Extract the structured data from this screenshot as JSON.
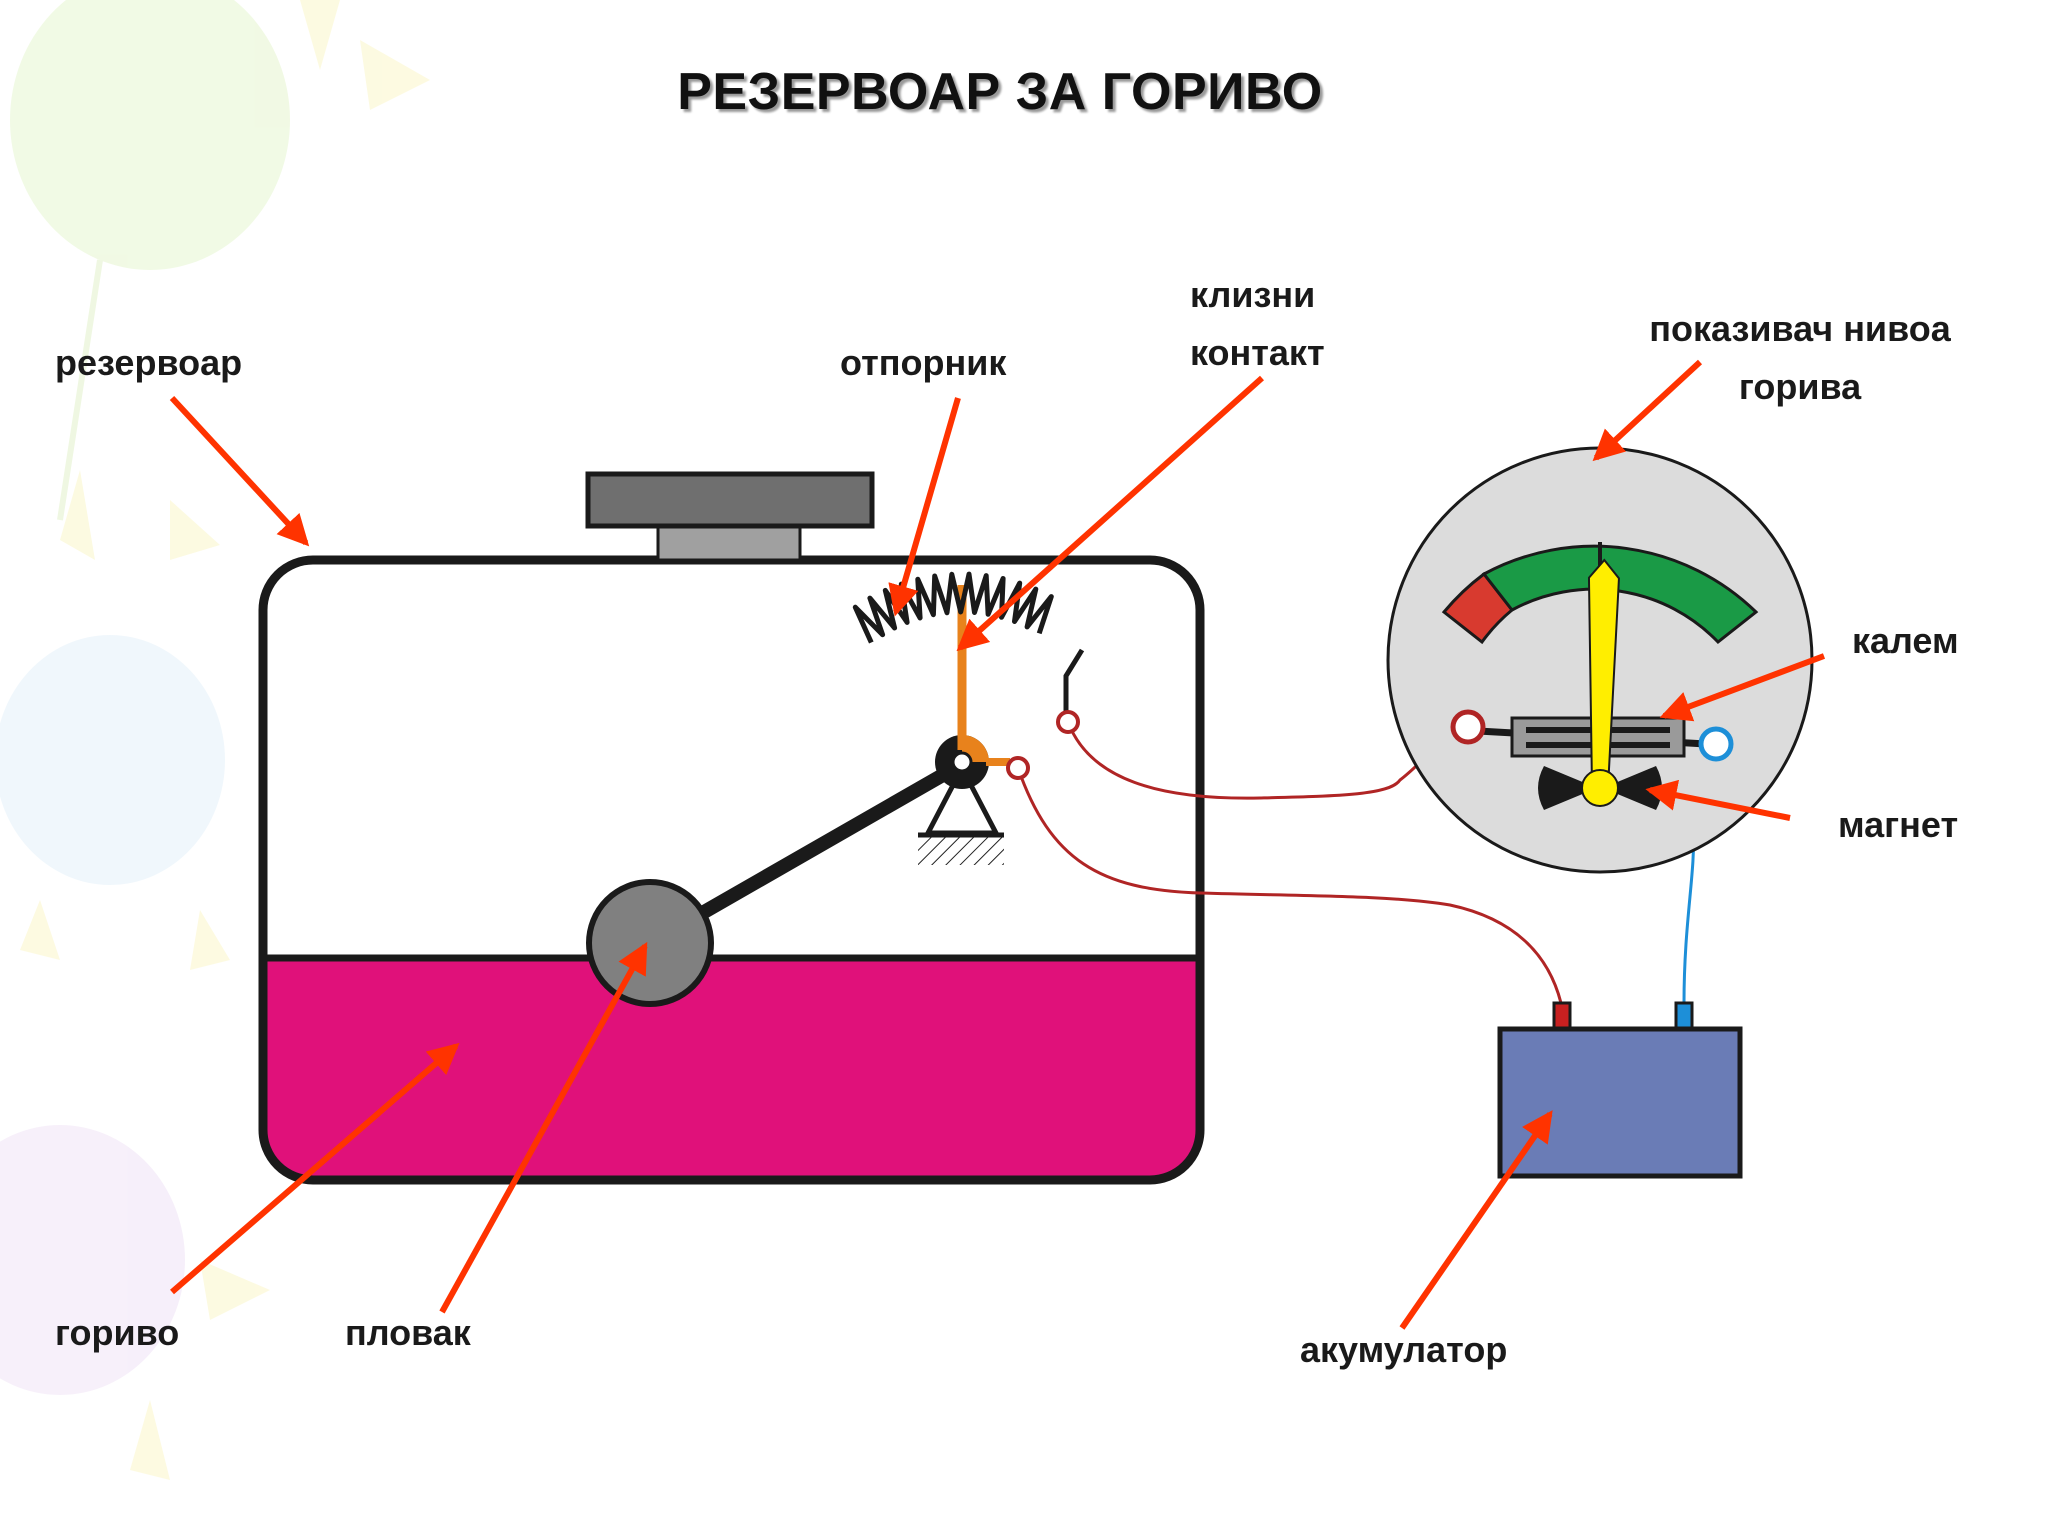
{
  "title": "РЕЗЕРВОАР ЗА ГОРИВО",
  "labels": {
    "tank": "резервоар",
    "resistor": "отпорник",
    "slider_line1": "клизни",
    "slider_line2": "контакт",
    "gauge_line1": "показивач нивоа",
    "gauge_line2": "горива",
    "coil": "калем",
    "magnet": "магнет",
    "fuel": "гориво",
    "float": "пловак",
    "battery": "акумулатор"
  },
  "gauge": {
    "pointer_level": 0.6
  },
  "colors": {
    "arrow": "#ff3300",
    "fuel": "#e0117a",
    "float": "#808080",
    "battery": "#6a7cb6",
    "gauge_face": "#dcdcdc",
    "gauge_green": "#1a9a46",
    "gauge_red": "#d83a2f",
    "needle": "#ffee00",
    "slider": "#e8821c",
    "wire_red": "#b02525",
    "wire_blue": "#1d8fd8"
  }
}
